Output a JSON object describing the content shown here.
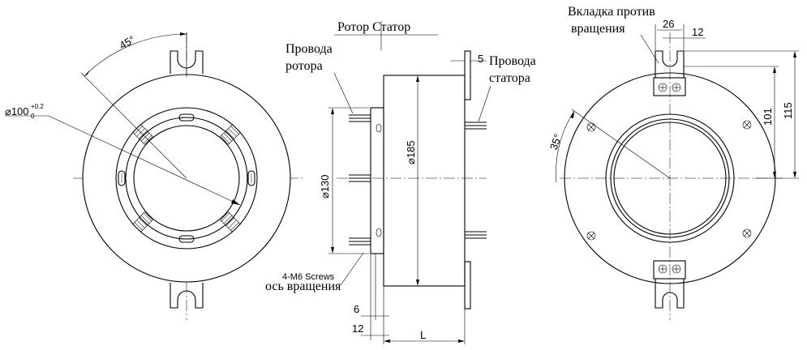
{
  "labels": {
    "rotor_stator": "Ротор Статор",
    "rotor_wires": [
      "Провода",
      "ротора"
    ],
    "stator_wires": [
      "Провода",
      "статора"
    ],
    "anti_rotation_tab": [
      "Вкладка против",
      "вращения"
    ],
    "screws": "4-M6 Screws",
    "rotation_axis": "ось вращения"
  },
  "dimensions": {
    "bore_diameter": "⌀100",
    "bore_tol_upper": "+0.2",
    "bore_tol_lower": "0",
    "angle_left": "45°",
    "diameter_130": "⌀130",
    "diameter_185": "⌀185",
    "flange_5": "5",
    "offset_6": "6",
    "offset_12_bottom": "12",
    "length_L": "L",
    "tab_26": "26",
    "tab_12": "12",
    "height_101": "101",
    "height_115": "115",
    "angle_right": "35°"
  }
}
